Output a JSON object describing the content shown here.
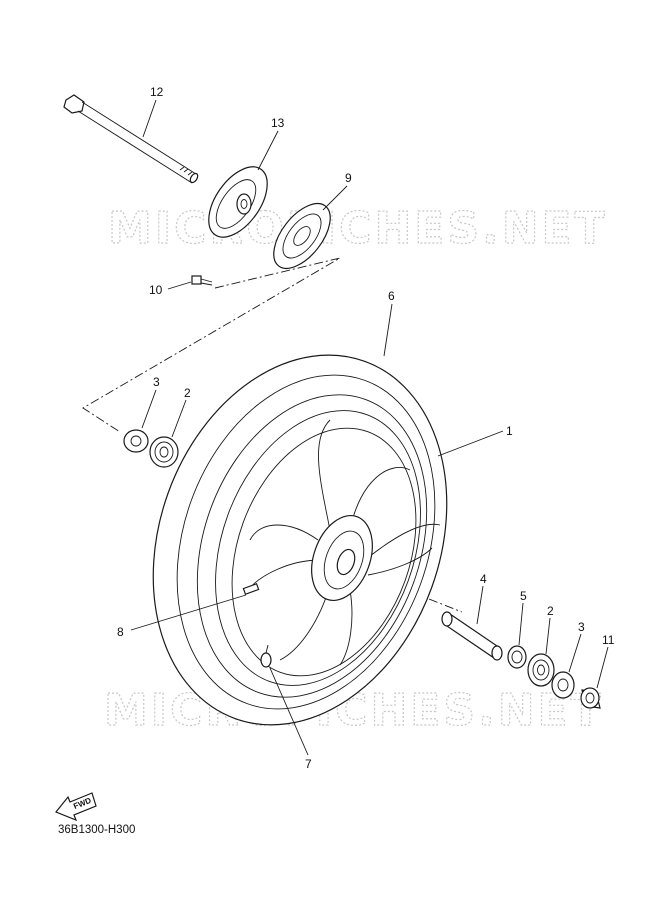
{
  "diagram": {
    "watermark": "MICROFICHES.NET",
    "drawing_code": "36B1300-H300",
    "fwd_label": "FWD",
    "callouts": [
      {
        "id": "c12",
        "label": "12"
      },
      {
        "id": "c13",
        "label": "13"
      },
      {
        "id": "c9",
        "label": "9"
      },
      {
        "id": "c10",
        "label": "10"
      },
      {
        "id": "c6",
        "label": "6"
      },
      {
        "id": "c3a",
        "label": "3"
      },
      {
        "id": "c2a",
        "label": "2"
      },
      {
        "id": "c1",
        "label": "1"
      },
      {
        "id": "c4",
        "label": "4"
      },
      {
        "id": "c5",
        "label": "5"
      },
      {
        "id": "c2b",
        "label": "2"
      },
      {
        "id": "c3b",
        "label": "3"
      },
      {
        "id": "c11",
        "label": "11"
      },
      {
        "id": "c8",
        "label": "8"
      },
      {
        "id": "c7",
        "label": "7"
      }
    ]
  }
}
